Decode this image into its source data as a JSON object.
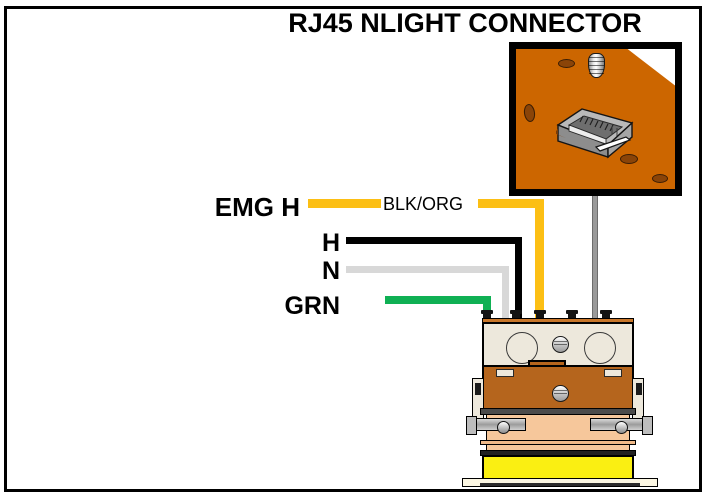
{
  "diagram": {
    "title": "RJ45 NLIGHT CONNECTOR",
    "frame_color": "#000000",
    "background": "#ffffff"
  },
  "detail_callout": {
    "name": "rj45-connector-detail",
    "panel_color": "#CC6600",
    "border_color": "#000000",
    "jack": {
      "name": "rj45-jack",
      "body_color": "#9C9C9C",
      "tab_color": "#FFFFFF"
    },
    "screw_color": "#D9D9D9",
    "leader_line_color": "#9A9A9A"
  },
  "wires": [
    {
      "id": "emg-h",
      "label": "EMG H",
      "inline_label": "BLK/ORG",
      "color": "#FCBF14",
      "color_name": "orange"
    },
    {
      "id": "hot",
      "label": "H",
      "color": "#000000",
      "color_name": "black"
    },
    {
      "id": "neutral",
      "label": "N",
      "color": "#D8D8D8",
      "color_name": "white"
    },
    {
      "id": "ground",
      "label": "GRN",
      "color": "#0FB054",
      "color_name": "green"
    }
  ],
  "fixture": {
    "name": "light-fixture-assembly",
    "top_plate_color": "#EDE8DC",
    "body_color": "#B5651D",
    "band_color": "#F6C79B",
    "rail_color": "#9C9C9C",
    "led_panel_color": "#FAEF12",
    "base_color": "#FBF6E2"
  }
}
